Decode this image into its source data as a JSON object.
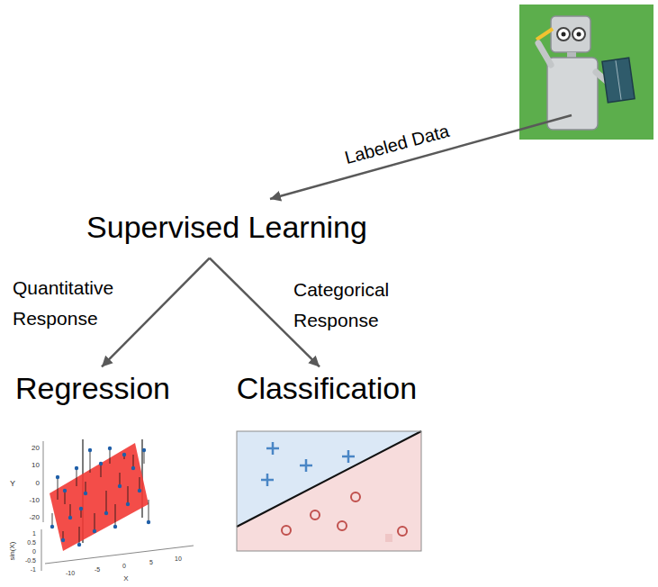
{
  "diagram": {
    "nodes": [
      {
        "text": [
          "Supervised Learning"
        ]
      },
      {
        "text": [
          "Regression"
        ]
      },
      {
        "text": [
          "Classification"
        ]
      }
    ],
    "edges": [
      {
        "from": 0,
        "to": 1,
        "arrow": "to",
        "label": "Quantitative Response"
      },
      {
        "from": 0,
        "to": 2,
        "arrow": "to",
        "label": "Categorical Response"
      }
    ],
    "labels": [
      "Labeled Data",
      "20",
      "10",
      "0",
      "-10",
      "-20",
      "Y",
      "1",
      "0.5",
      "0",
      "-0.5",
      "-1",
      "sin(X)",
      "-10",
      "-5",
      "0",
      "5",
      "10",
      "X"
    ]
  }
}
